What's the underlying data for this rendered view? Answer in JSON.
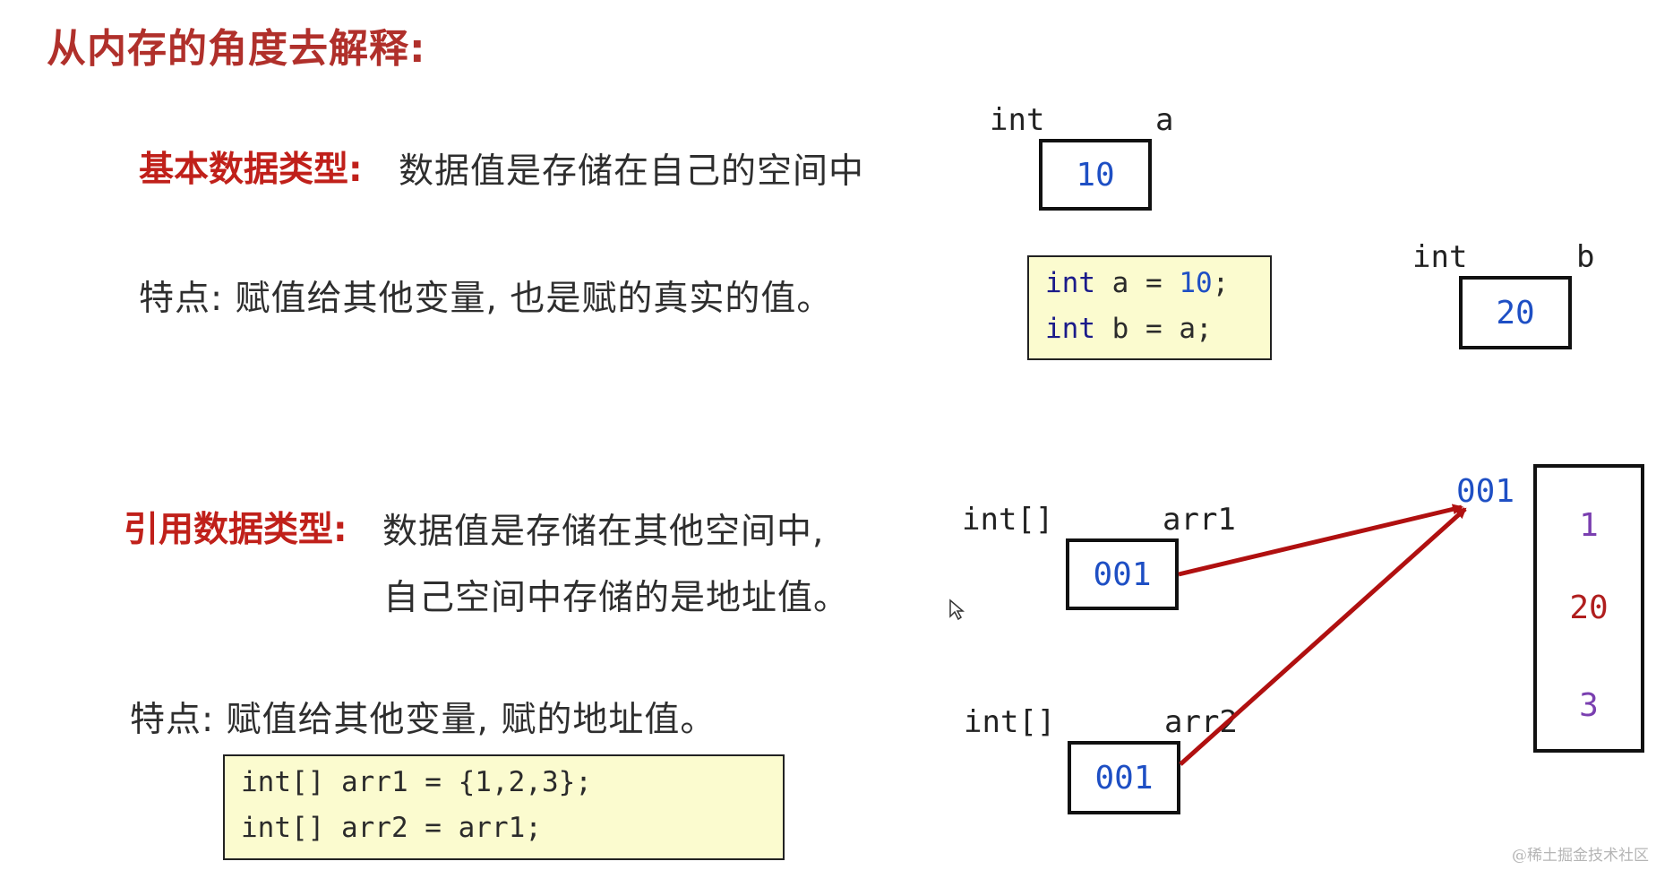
{
  "title": "从内存的角度去解释:",
  "primitive": {
    "heading": "基本数据类型:",
    "description": "数据值是存储在自己的空间中",
    "feature": "特点: 赋值给其他变量, 也是赋的真实的值。",
    "var_a": {
      "type": "int",
      "name": "a",
      "value": "10"
    },
    "var_b": {
      "type": "int",
      "name": "b",
      "value": "20"
    },
    "code": {
      "line1": {
        "kw": "int",
        "rest1": " a = ",
        "num": "10",
        "rest2": ";"
      },
      "line2": {
        "kw": "int",
        "rest1": " b = a;"
      }
    }
  },
  "reference": {
    "heading": "引用数据类型:",
    "description_line1": "数据值是存储在其他空间中,",
    "description_line2": "自己空间中存储的是地址值。",
    "feature": "特点: 赋值给其他变量, 赋的地址值。",
    "var_arr1": {
      "type": "int[]",
      "name": "arr1",
      "value": "001"
    },
    "var_arr2": {
      "type": "int[]",
      "name": "arr2",
      "value": "001"
    },
    "heap": {
      "address": "001",
      "values": [
        "1",
        "20",
        "3"
      ],
      "colors": [
        "#7a3fb0",
        "#b01e1e",
        "#7a3fb0"
      ]
    },
    "code": {
      "line1": "int[] arr1 = {1,2,3};",
      "line2": "int[] arr2 = arr1;"
    },
    "arrow_color": "#b01010"
  },
  "watermark": "@稀土掘金技术社区"
}
